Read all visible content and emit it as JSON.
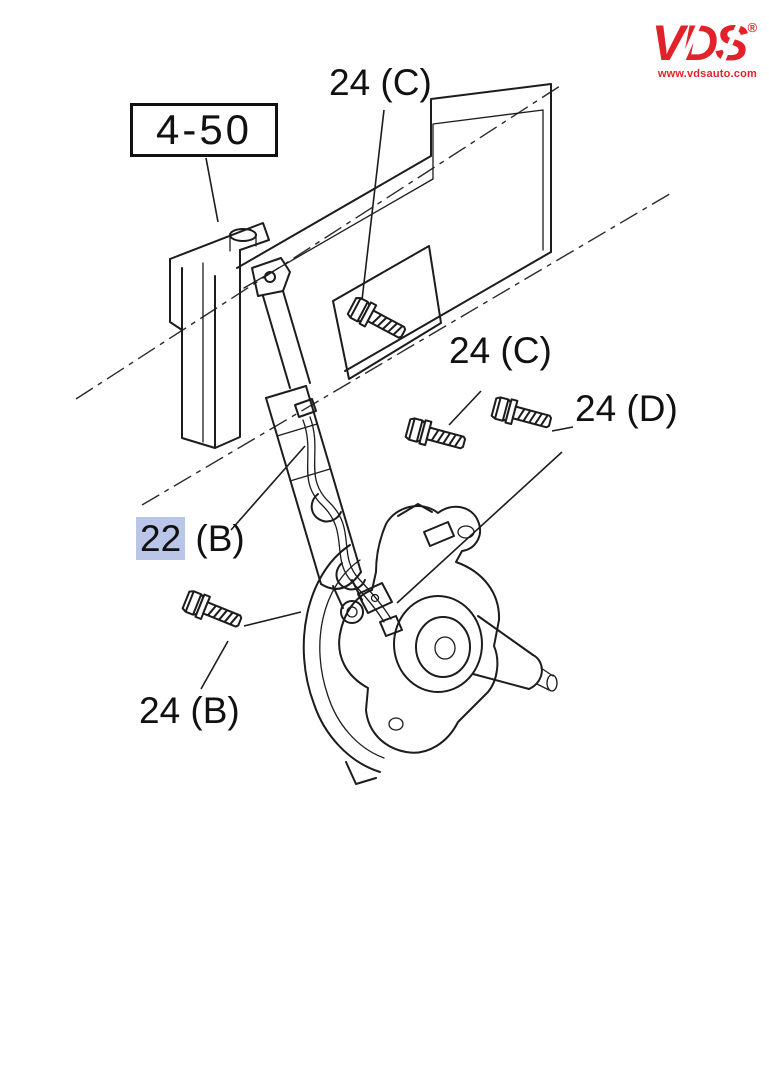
{
  "brand": {
    "name": "VDS",
    "registered": "®",
    "website": "www.vdsauto.com",
    "color": "#e2222a"
  },
  "callouts": {
    "section_box": "4-50",
    "bolt_top": "24 (C)",
    "bolt_mid": "24 (C)",
    "bolt_right": "24 (D)",
    "highlighted_number": "22",
    "highlighted_suffix": " (B)",
    "bolt_lower": "24 (B)"
  },
  "highlight": {
    "color": "#8CA2DC",
    "style": "background-color:rgba(130,152,212,0.55)"
  }
}
